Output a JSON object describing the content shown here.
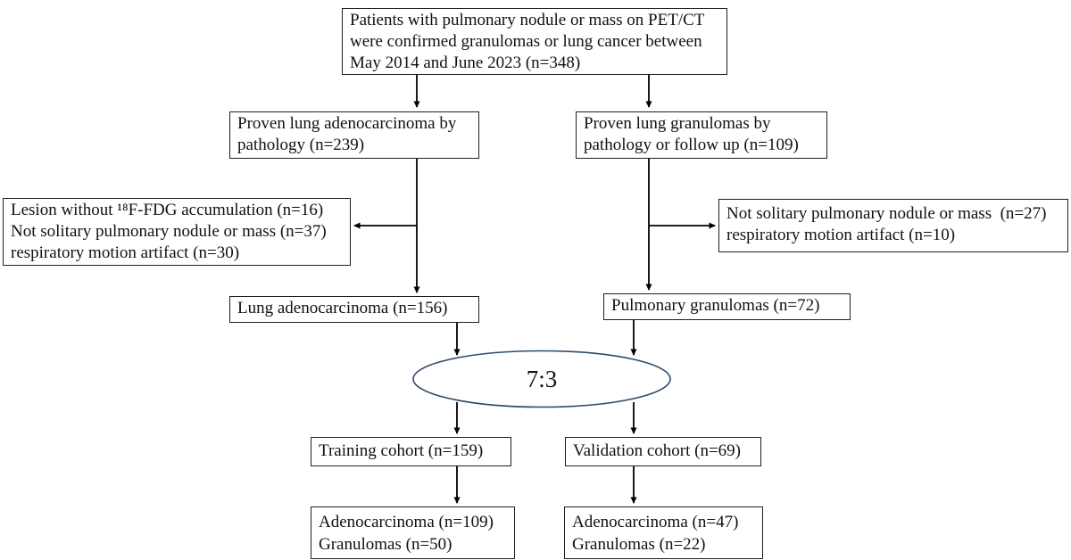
{
  "diagram": {
    "colors": {
      "background": "#ffffff",
      "text": "#111111",
      "box_border": "#1f1f1f",
      "arrow": "#000000",
      "ellipse_border": "#2f4a6b"
    },
    "boxes": {
      "source": {
        "lines": [
          "Patients with pulmonary nodule or mass on PET/CT",
          "were confirmed granulomas or lung cancer between",
          "May 2014 and June 2023 (n=348)"
        ]
      },
      "adeno_pathology": {
        "lines": [
          "Proven lung adenocarcinoma by",
          "pathology (n=239)"
        ]
      },
      "granuloma_pathology": {
        "lines": [
          "Proven lung granulomas by",
          "pathology or follow up (n=109)"
        ]
      },
      "excluded_adeno": {
        "lines": [
          "Lesion without ¹⁸F-FDG accumulation (n=16)",
          "Not solitary pulmonary nodule or mass (n=37)",
          "respiratory motion artifact (n=30)"
        ]
      },
      "excluded_granuloma": {
        "lines": [
          "Not solitary pulmonary nodule or mass  (n=27)",
          "respiratory motion artifact (n=10)"
        ]
      },
      "lung_adenocarcinoma": {
        "lines": [
          "Lung adenocarcinoma (n=156)"
        ]
      },
      "pulmonary_granulomas": {
        "lines": [
          "Pulmonary granulomas (n=72)"
        ]
      },
      "split_ratio": {
        "label": "7:3"
      },
      "training_cohort": {
        "lines": [
          "Training cohort (n=159)"
        ]
      },
      "validation_cohort": {
        "lines": [
          "Validation cohort (n=69)"
        ]
      },
      "training_breakdown": {
        "lines": [
          "Adenocarcinoma (n=109)",
          "Granulomas (n=50)"
        ]
      },
      "validation_breakdown": {
        "lines": [
          "Adenocarcinoma (n=47)",
          "Granulomas (n=22)"
        ]
      }
    }
  }
}
